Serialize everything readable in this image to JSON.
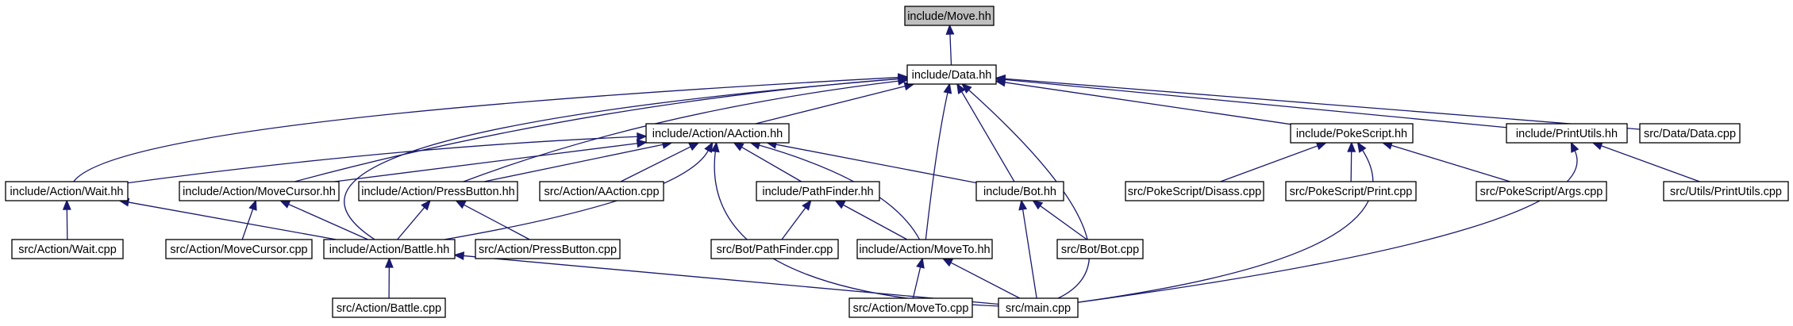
{
  "diagram": {
    "nodes": [
      {
        "id": "move",
        "label": "include/Move.hh",
        "root": true
      },
      {
        "id": "data",
        "label": "include/Data.hh"
      },
      {
        "id": "aaction",
        "label": "include/Action/AAction.hh"
      },
      {
        "id": "pokescript",
        "label": "include/PokeScript.hh"
      },
      {
        "id": "printutils",
        "label": "include/PrintUtils.hh"
      },
      {
        "id": "data_cpp",
        "label": "src/Data/Data.cpp"
      },
      {
        "id": "wait_hh",
        "label": "include/Action/Wait.hh"
      },
      {
        "id": "movecursor_hh",
        "label": "include/Action/MoveCursor.hh"
      },
      {
        "id": "pressbutton_hh",
        "label": "include/Action/PressButton.hh"
      },
      {
        "id": "aaction_cpp",
        "label": "src/Action/AAction.cpp"
      },
      {
        "id": "pathfinder_hh",
        "label": "include/PathFinder.hh"
      },
      {
        "id": "bot_hh",
        "label": "include/Bot.hh"
      },
      {
        "id": "disass_cpp",
        "label": "src/PokeScript/Disass.cpp"
      },
      {
        "id": "print_cpp",
        "label": "src/PokeScript/Print.cpp"
      },
      {
        "id": "args_cpp",
        "label": "src/PokeScript/Args.cpp"
      },
      {
        "id": "printutils_cpp",
        "label": "src/Utils/PrintUtils.cpp"
      },
      {
        "id": "wait_cpp",
        "label": "src/Action/Wait.cpp"
      },
      {
        "id": "movecursor_cpp",
        "label": "src/Action/MoveCursor.cpp"
      },
      {
        "id": "battle_hh",
        "label": "include/Action/Battle.hh"
      },
      {
        "id": "pressbutton_cpp",
        "label": "src/Action/PressButton.cpp"
      },
      {
        "id": "pathfinder_cpp",
        "label": "src/Bot/PathFinder.cpp"
      },
      {
        "id": "moveto_hh",
        "label": "include/Action/MoveTo.hh"
      },
      {
        "id": "bot_cpp",
        "label": "src/Bot/Bot.cpp"
      },
      {
        "id": "battle_cpp",
        "label": "src/Action/Battle.cpp"
      },
      {
        "id": "moveto_cpp",
        "label": "src/Action/MoveTo.cpp"
      },
      {
        "id": "main_cpp",
        "label": "src/main.cpp"
      }
    ],
    "edges": [
      {
        "from": "data",
        "to": "move"
      },
      {
        "from": "aaction",
        "to": "data"
      },
      {
        "from": "pokescript",
        "to": "data"
      },
      {
        "from": "printutils",
        "to": "data"
      },
      {
        "from": "data_cpp",
        "to": "data"
      },
      {
        "from": "wait_hh",
        "to": "data"
      },
      {
        "from": "movecursor_hh",
        "to": "data"
      },
      {
        "from": "pressbutton_hh",
        "to": "data"
      },
      {
        "from": "battle_hh",
        "to": "data"
      },
      {
        "from": "bot_hh",
        "to": "data"
      },
      {
        "from": "moveto_hh",
        "to": "data"
      },
      {
        "from": "main_cpp",
        "to": "data"
      },
      {
        "from": "wait_hh",
        "to": "aaction"
      },
      {
        "from": "movecursor_hh",
        "to": "aaction"
      },
      {
        "from": "pressbutton_hh",
        "to": "aaction"
      },
      {
        "from": "aaction_cpp",
        "to": "aaction"
      },
      {
        "from": "pathfinder_hh",
        "to": "aaction"
      },
      {
        "from": "bot_hh",
        "to": "aaction"
      },
      {
        "from": "battle_hh",
        "to": "aaction"
      },
      {
        "from": "moveto_hh",
        "to": "aaction"
      },
      {
        "from": "main_cpp",
        "to": "aaction"
      },
      {
        "from": "disass_cpp",
        "to": "pokescript"
      },
      {
        "from": "print_cpp",
        "to": "pokescript"
      },
      {
        "from": "args_cpp",
        "to": "pokescript"
      },
      {
        "from": "main_cpp",
        "to": "pokescript"
      },
      {
        "from": "printutils_cpp",
        "to": "printutils"
      },
      {
        "from": "main_cpp",
        "to": "printutils"
      },
      {
        "from": "wait_cpp",
        "to": "wait_hh"
      },
      {
        "from": "battle_hh",
        "to": "wait_hh"
      },
      {
        "from": "movecursor_cpp",
        "to": "movecursor_hh"
      },
      {
        "from": "battle_hh",
        "to": "movecursor_hh"
      },
      {
        "from": "battle_hh",
        "to": "pressbutton_hh"
      },
      {
        "from": "pressbutton_cpp",
        "to": "pressbutton_hh"
      },
      {
        "from": "pathfinder_cpp",
        "to": "pathfinder_hh"
      },
      {
        "from": "moveto_hh",
        "to": "pathfinder_hh"
      },
      {
        "from": "bot_cpp",
        "to": "bot_hh"
      },
      {
        "from": "main_cpp",
        "to": "bot_hh"
      },
      {
        "from": "battle_cpp",
        "to": "battle_hh"
      },
      {
        "from": "main_cpp",
        "to": "battle_hh"
      },
      {
        "from": "moveto_cpp",
        "to": "moveto_hh"
      },
      {
        "from": "main_cpp",
        "to": "moveto_hh"
      }
    ]
  },
  "colors": {
    "edge": "#191970",
    "root_fill": "#bfbfbf",
    "node_fill": "#ffffff",
    "node_border": "#000000"
  }
}
